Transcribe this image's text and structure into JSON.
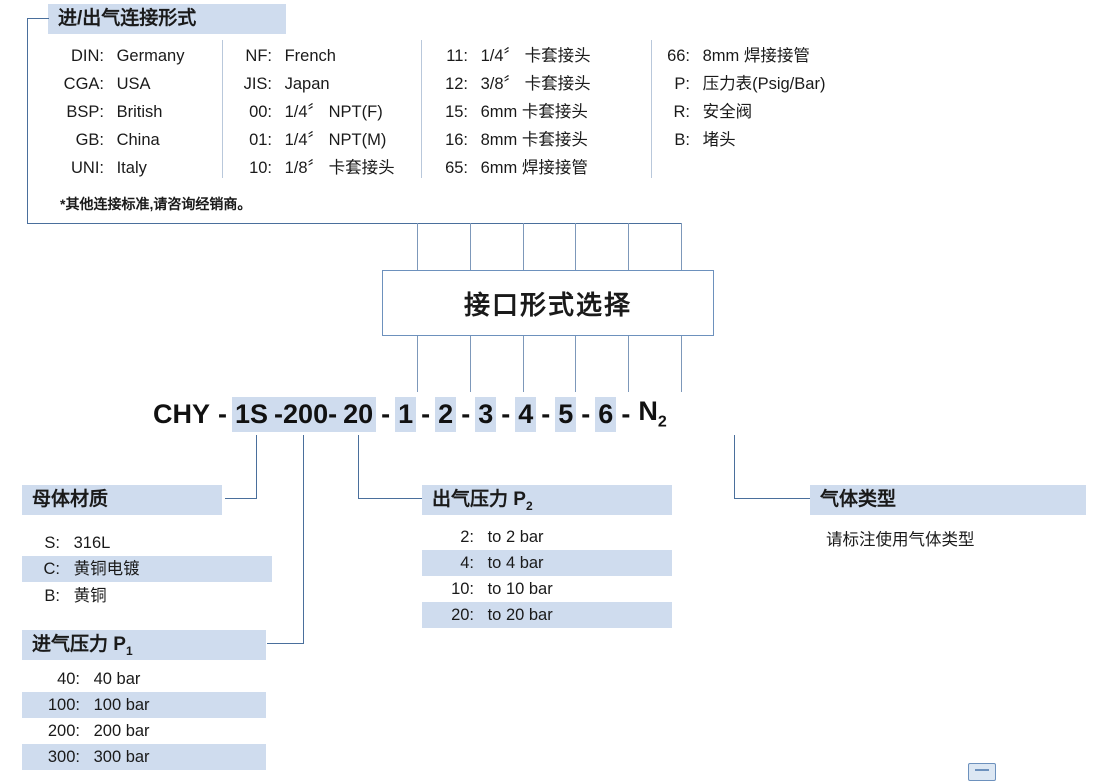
{
  "top_section": {
    "title": "进/出气连接形式",
    "columns": [
      [
        {
          "code": "DIN:",
          "desc": "Germany"
        },
        {
          "code": "CGA:",
          "desc": "USA"
        },
        {
          "code": "BSP:",
          "desc": "British"
        },
        {
          "code": "GB:",
          "desc": "China"
        },
        {
          "code": "UNI:",
          "desc": "Italy"
        }
      ],
      [
        {
          "code": "NF:",
          "desc": "French"
        },
        {
          "code": "JIS:",
          "desc": "Japan"
        },
        {
          "code": "00:",
          "desc": "1/4〞 NPT(F)"
        },
        {
          "code": "01:",
          "desc": "1/4〞 NPT(M)"
        },
        {
          "code": "10:",
          "desc": "1/8〞  卡套接头"
        }
      ],
      [
        {
          "code": "11:",
          "desc": "1/4〞  卡套接头"
        },
        {
          "code": "12:",
          "desc": "3/8〞  卡套接头"
        },
        {
          "code": "15:",
          "desc": "6mm 卡套接头"
        },
        {
          "code": "16:",
          "desc": "8mm 卡套接头"
        },
        {
          "code": "65:",
          "desc": "6mm 焊接接管"
        }
      ],
      [
        {
          "code": "66:",
          "desc": "8mm 焊接接管"
        },
        {
          "code": "P:",
          "desc": "压力表(Psig/Bar)"
        },
        {
          "code": "R:",
          "desc": "安全阀"
        },
        {
          "code": "B:",
          "desc": "堵头"
        }
      ]
    ],
    "note": "*其他连接标准,请咨询经销商。"
  },
  "center_box": {
    "label": "接口形式选择"
  },
  "part_number": {
    "segments": [
      {
        "text": "CHY",
        "highlight": false,
        "dash": false
      },
      {
        "text": "-",
        "highlight": false,
        "dash": true
      },
      {
        "text": "1S",
        "highlight": true,
        "dash": false
      },
      {
        "text": "-200-",
        "highlight": true,
        "dash": false
      },
      {
        "text": "20",
        "highlight": true,
        "dash": false
      },
      {
        "text": "-",
        "highlight": false,
        "dash": true
      },
      {
        "text": "1",
        "highlight": true,
        "dash": false
      },
      {
        "text": "-",
        "highlight": false,
        "dash": true
      },
      {
        "text": "2",
        "highlight": true,
        "dash": false
      },
      {
        "text": "-",
        "highlight": false,
        "dash": true
      },
      {
        "text": "3",
        "highlight": true,
        "dash": false
      },
      {
        "text": "-",
        "highlight": false,
        "dash": true
      },
      {
        "text": "4",
        "highlight": true,
        "dash": false
      },
      {
        "text": "-",
        "highlight": false,
        "dash": true
      },
      {
        "text": "5",
        "highlight": true,
        "dash": false
      },
      {
        "text": "-",
        "highlight": false,
        "dash": true
      },
      {
        "text": "6",
        "highlight": true,
        "dash": false
      },
      {
        "text": "-",
        "highlight": false,
        "dash": true
      },
      {
        "text": "N",
        "highlight": false,
        "dash": false,
        "sub": "2"
      }
    ],
    "full_text": "CHY - 1S -200- 20 - 1 - 2 - 3 - 4 - 5 - 6 - N2"
  },
  "body_material": {
    "title": "母体材质",
    "options": [
      {
        "code": "S:",
        "desc": "316L",
        "shaded": false
      },
      {
        "code": "C:",
        "desc": "黄铜电镀",
        "shaded": true
      },
      {
        "code": "B:",
        "desc": "黄铜",
        "shaded": false
      }
    ]
  },
  "inlet_pressure": {
    "title": "进气压力 P1",
    "title_main": "进气压力 P",
    "title_sub": "1",
    "options": [
      {
        "code": "40:",
        "desc": "40 bar",
        "shaded": false
      },
      {
        "code": "100:",
        "desc": "100 bar",
        "shaded": true
      },
      {
        "code": "200:",
        "desc": "200 bar",
        "shaded": false
      },
      {
        "code": "300:",
        "desc": "300 bar",
        "shaded": true
      }
    ]
  },
  "outlet_pressure": {
    "title": "出气压力 P2",
    "title_main": "出气压力 P",
    "title_sub": "2",
    "options": [
      {
        "code": "2:",
        "desc": "to 2 bar",
        "shaded": false
      },
      {
        "code": "4:",
        "desc": "to 4 bar",
        "shaded": true
      },
      {
        "code": "10:",
        "desc": "to 10 bar",
        "shaded": false
      },
      {
        "code": "20:",
        "desc": "to 20 bar",
        "shaded": true
      }
    ]
  },
  "gas_type": {
    "title": "气体类型",
    "description": "请标注使用气体类型"
  },
  "colors": {
    "highlight": "#cfdcee",
    "line": "#4a6f9c",
    "line_light": "#7d98ba",
    "box_border": "#6d91bd",
    "text": "#1a1a1a"
  }
}
